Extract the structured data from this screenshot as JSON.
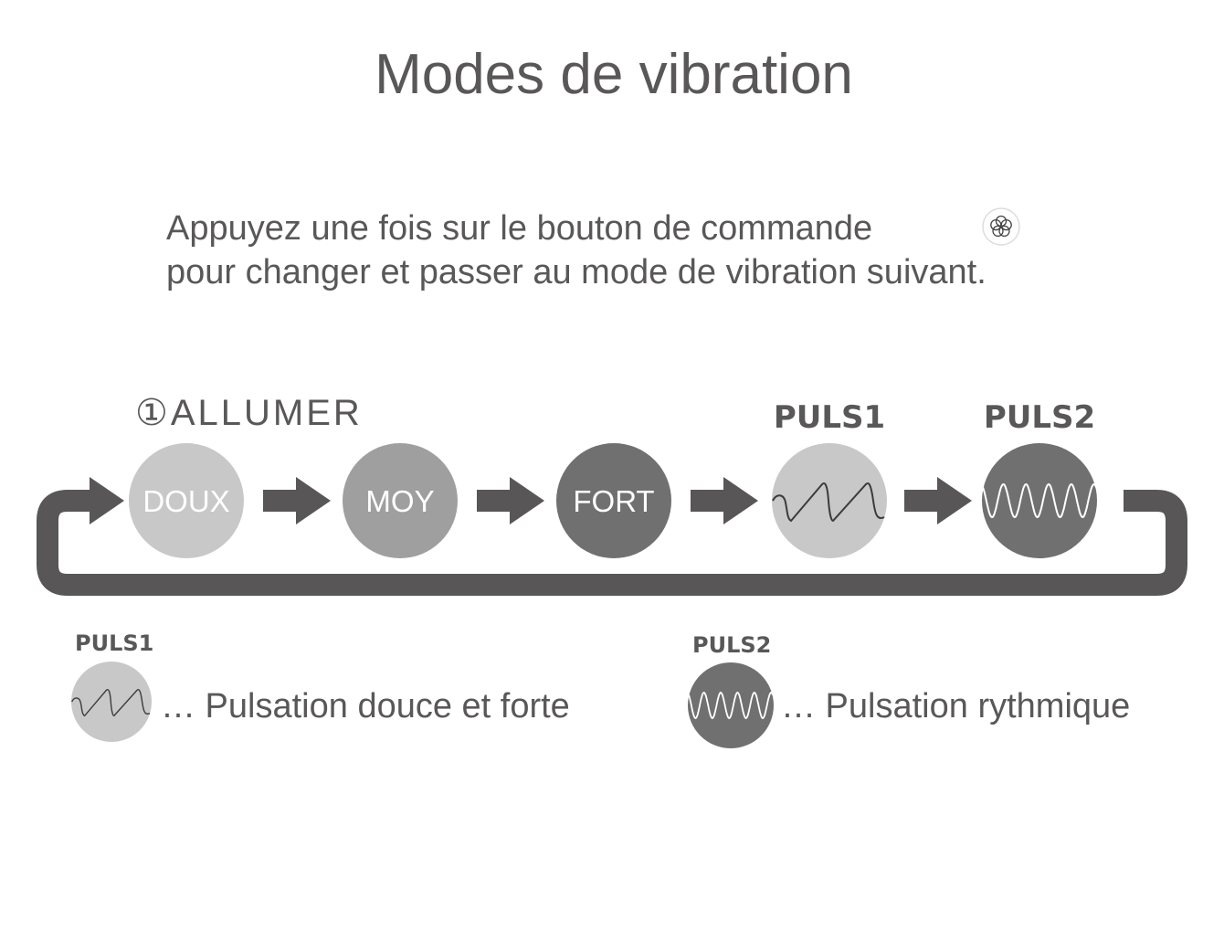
{
  "title": "Modes de vibration",
  "instruction": {
    "line1": "Appuyez une fois sur le bouton de commande",
    "line2": "pour changer et passer au mode de vibration suivant.",
    "button_icon": "flower-button-icon"
  },
  "start_label": "①ALLUMER",
  "modes": [
    {
      "label": "DOUX",
      "color": "#c8c8c9"
    },
    {
      "label": "MOY",
      "color": "#9f9fa0"
    },
    {
      "label": "FORT",
      "color": "#717071"
    },
    {
      "label": "PULS1",
      "color": "#c8c8c9",
      "icon": "sawtooth-wave-icon"
    },
    {
      "label": "PULS2",
      "color": "#717071",
      "icon": "sine-wave-icon"
    }
  ],
  "legend": [
    {
      "label": "PULS1",
      "description": "… Pulsation douce et forte"
    },
    {
      "label": "PULS2",
      "description": "… Pulsation rythmique"
    }
  ],
  "colors": {
    "text": "#595757",
    "arrow": "#595657"
  }
}
